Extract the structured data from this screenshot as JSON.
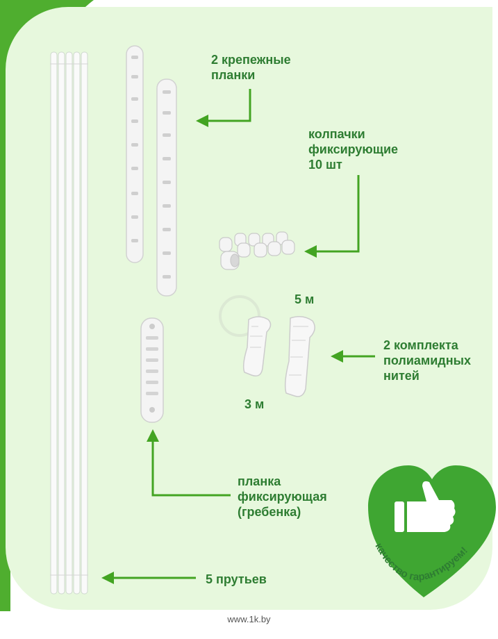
{
  "colors": {
    "frame_green": "#4fae2f",
    "panel_bg": "#e7f8dd",
    "label_green": "#2e7d32",
    "arrow_green": "#43a422",
    "heart_green": "#3fa632",
    "white_part": "#f4f4f4"
  },
  "labels": {
    "mounting_strips": "2 крепежные\nпланки",
    "caps": "колпачки\nфиксирующие\n10 шт",
    "length_5m": "5 м",
    "threads": "2 комплекта\nполиамидных\nнитей",
    "length_3m": "3 м",
    "comb_strip": "планка\nфиксирующая\n(гребенка)",
    "rods": "5 прутьев"
  },
  "badge": {
    "text": "качество гарантируем!",
    "icon": "thumbs-up-icon"
  },
  "watermark": "www.1k.by"
}
